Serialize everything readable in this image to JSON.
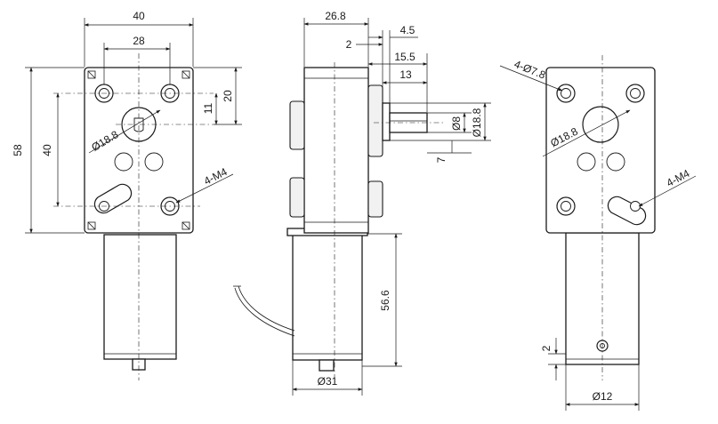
{
  "front_view": {
    "width_overall": "40",
    "hole_spacing_x": "28",
    "height_overall": "58",
    "hole_spacing_y": "40",
    "shaft_offset_20": "20",
    "shaft_offset_11": "11",
    "bore_dia": "Ø18.8",
    "thread_callout": "4-M4"
  },
  "side_view": {
    "depth": "26.8",
    "dim_2": "2",
    "dim_4_5": "4.5",
    "dim_15_5": "15.5",
    "dim_13": "13",
    "shaft_dia": "Ø8",
    "hub_dia": "Ø18.8",
    "dim_7": "7",
    "motor_length": "56.6",
    "motor_dia": "Ø31"
  },
  "rear_view": {
    "hole_callout": "4-Ø7.8",
    "bore_dia": "Ø18.8",
    "thread_callout": "4-M4",
    "tail_dim": "2",
    "tail_dia": "Ø12"
  }
}
